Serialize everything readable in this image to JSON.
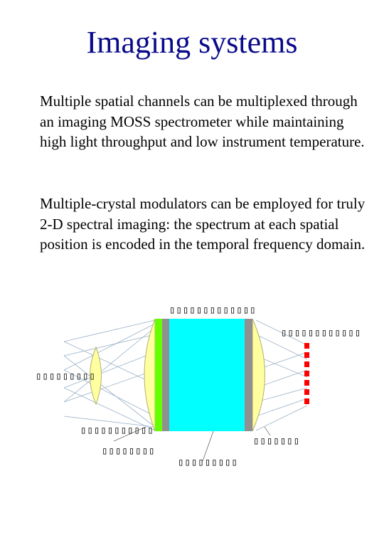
{
  "slide": {
    "title": "Imaging systems",
    "paragraphs": [
      "Multiple spatial channels can be multiplexed through an imaging MOSS spectrometer while maintaining high light throughput and low instrument temperature.",
      "Multiple-crystal modulators can be employed for truly 2-D spectral imaging: the spectrum at each spatial position is encoded in the temporal frequency domain."
    ]
  },
  "diagram": {
    "labels": {
      "top_center": "▯▯▯▯▯▯▯▯▯▯▯▯▯",
      "top_right": "▯▯▯▯▯▯▯▯▯▯▯▯",
      "left": "▯▯▯▯▯▯▯▯▯",
      "bottom_left_1": "▯▯▯▯▯▯▯▯▯▯▯",
      "bottom_left_2": "▯▯▯▯▯▯▯▯",
      "bottom_center": "▯▯▯▯▯▯▯▯▯",
      "bottom_right": "▯▯▯▯▯▯▯"
    },
    "colors": {
      "lens": "#ffffa0",
      "crystal": "#00ffff",
      "polarizer": "#909090",
      "filter": "#66ff00",
      "detector": "#ff0000",
      "ray": "#9ab0c8"
    }
  }
}
